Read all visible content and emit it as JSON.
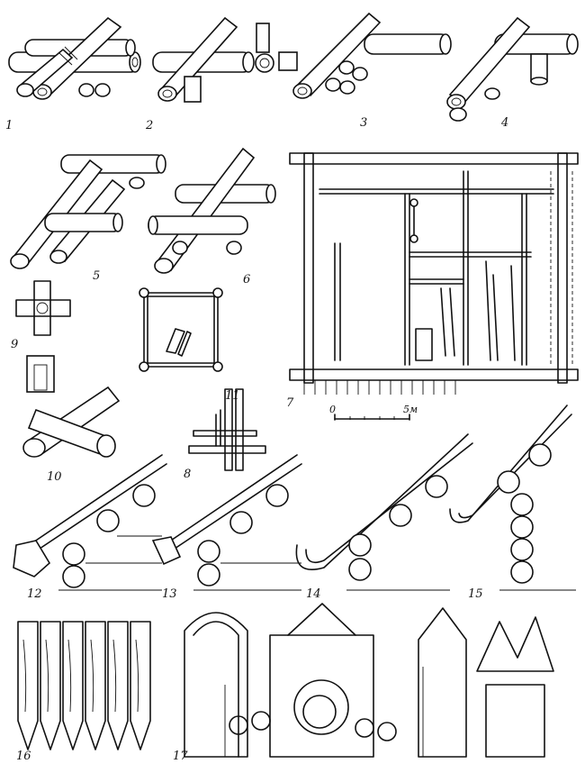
{
  "figure_labels": [
    "1",
    "2",
    "3",
    "4",
    "5",
    "6",
    "7",
    "8",
    "9",
    "10",
    "11",
    "12",
    "13",
    "14",
    "15",
    "16",
    "17"
  ],
  "scale_bar": {
    "start_label": "0",
    "end_label": "5м"
  }
}
